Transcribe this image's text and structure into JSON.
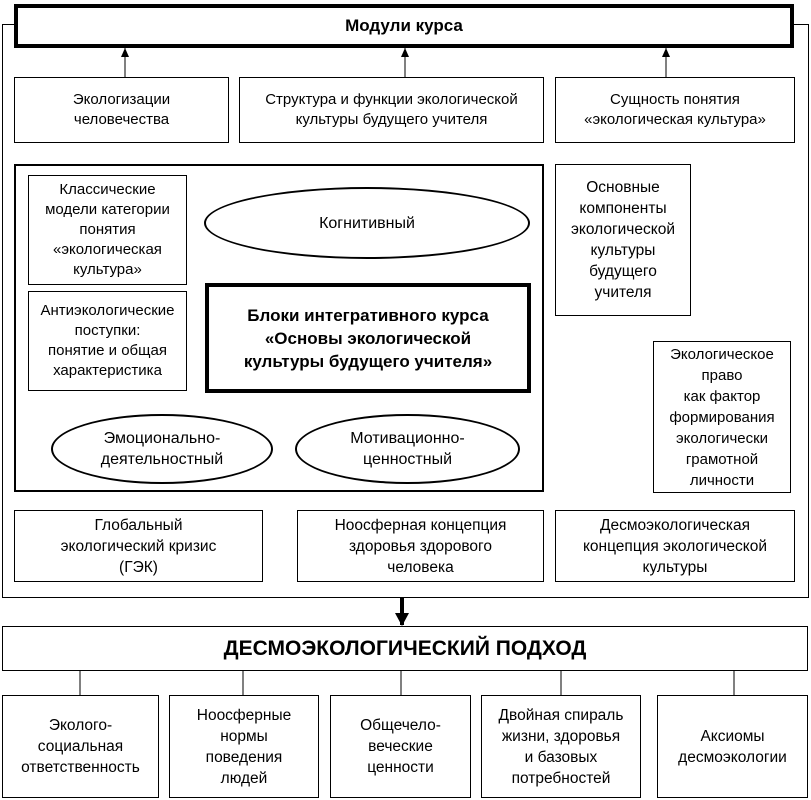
{
  "modules": {
    "title": "Модули курса",
    "top_boxes": [
      "Экологизации\nчеловечества",
      "Структура и функции экологической\nкультуры будущего учителя",
      "Сущность понятия\n«экологическая культура»"
    ],
    "left_boxes": [
      "Классические\nмодели категории\nпонятия\n«экологическая\nкультура»",
      "Антиэкологические\nпоступки:\nпонятие и общая\nхарактеристика"
    ],
    "center_title": "Блоки интегративного курса\n«Основы экологической\nкультуры будущего учителя»",
    "ellipses": {
      "cognitive": "Когнитивный",
      "emotional": "Эмоционально-\nдеятельностный",
      "motivational": "Мотивационно-\nценностный"
    },
    "right_boxes": [
      "Основные\nкомпоненты\nэкологической\nкультуры\nбудущего\nучителя",
      "Экологическое\nправо\nкак фактор\nформирования\nэкологически\nграмотной\nличности"
    ],
    "bottom_boxes": [
      "Глобальный\nэкологический кризис\n(ГЭК)",
      "Ноосферная концепция\nздоровья здорового\nчеловека",
      "Десмоэкологическая\nконцепция экологической\nкультуры"
    ]
  },
  "approach": {
    "title": "ДЕСМОЭКОЛОГИЧЕСКИЙ ПОДХОД",
    "items": [
      "Эколого-\nсоциальная\nответственность",
      "Ноосферные\nнормы\nповедения\nлюдей",
      "Общечело-\nвеческие\nценности",
      "Двойная спираль\nжизни, здоровья\nи базовых\nпотребностей",
      "Аксиомы\nдесмоэкологии"
    ]
  }
}
